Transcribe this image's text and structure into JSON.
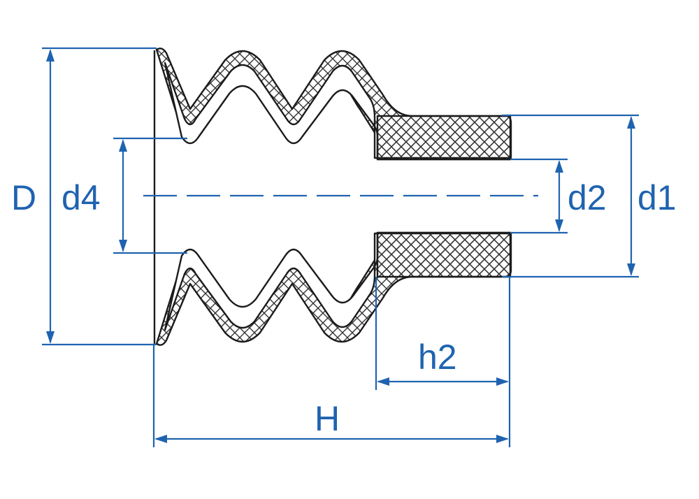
{
  "labels": {
    "D": "D",
    "d4": "d4",
    "d2": "d2",
    "d1": "d1",
    "h2": "h2",
    "H": "H"
  },
  "colors": {
    "dimension": "#1f63b0",
    "outline": "#1b1b1b",
    "hatch": "#333333",
    "background": "#ffffff"
  }
}
